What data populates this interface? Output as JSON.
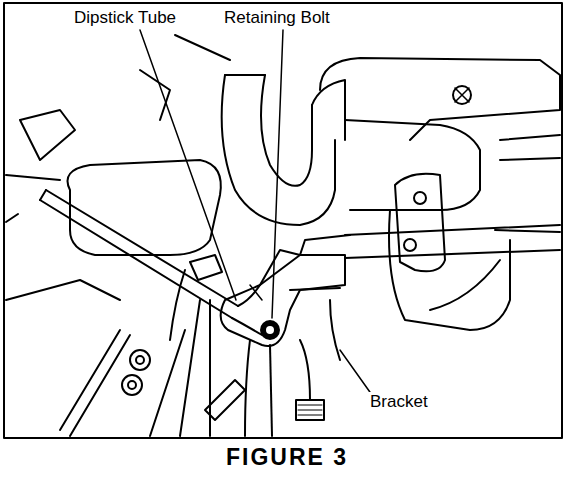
{
  "diagram": {
    "caption": "FIGURE 3",
    "labels": [
      "Dipstick Tube",
      "Retaining Bolt",
      "Bracket"
    ]
  }
}
